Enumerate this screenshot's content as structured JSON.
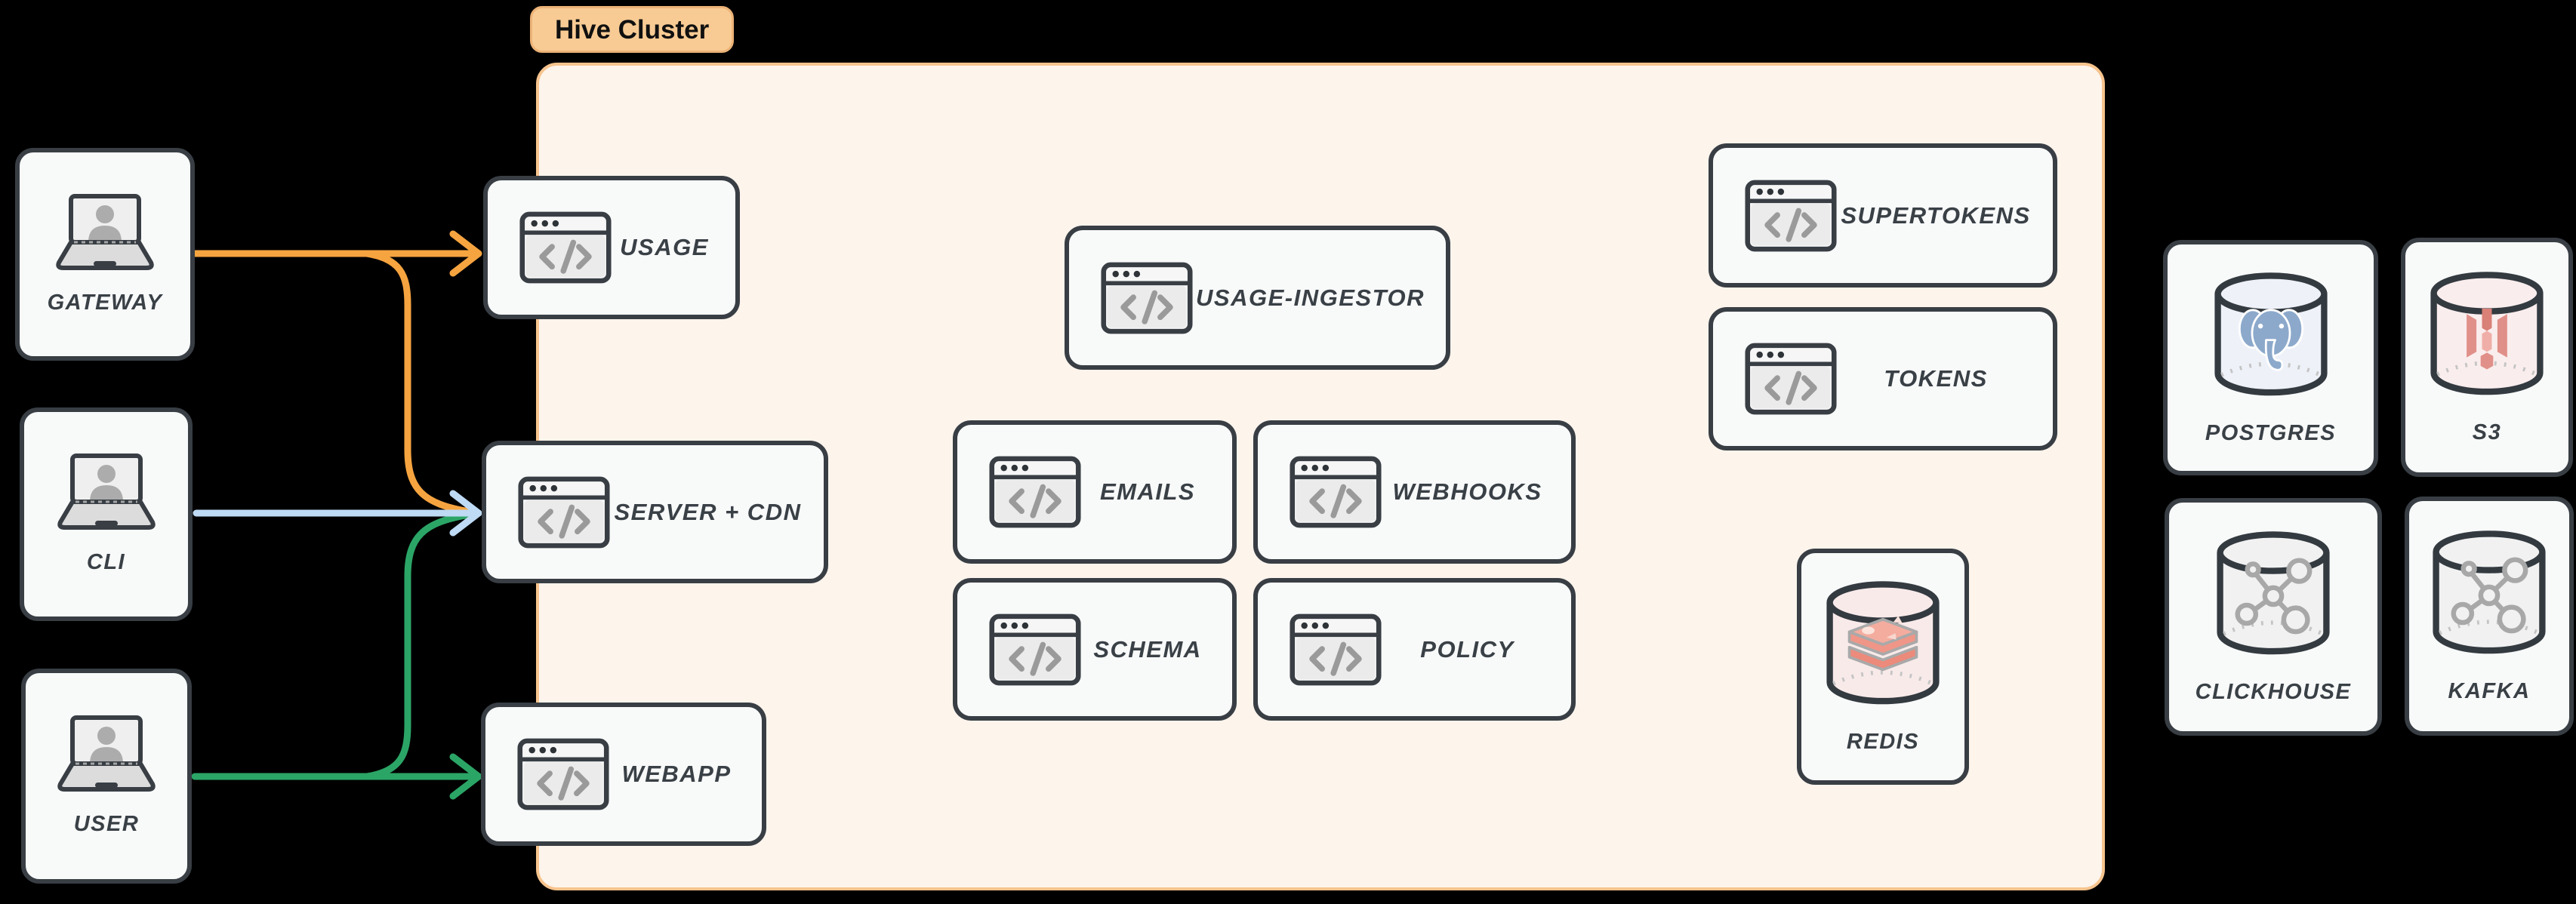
{
  "title_tag": {
    "label": "Hive Cluster"
  },
  "actors": [
    {
      "label": "GATEWAY",
      "icon": "laptop-user-icon"
    },
    {
      "label": "CLI",
      "icon": "laptop-user-icon"
    },
    {
      "label": "USER",
      "icon": "laptop-user-icon"
    }
  ],
  "cluster": {
    "services": [
      {
        "label": "USAGE",
        "icon": "code-window-icon"
      },
      {
        "label": "SERVER + CDN",
        "icon": "code-window-icon"
      },
      {
        "label": "WEBAPP",
        "icon": "code-window-icon"
      },
      {
        "label": "USAGE-INGESTOR",
        "icon": "code-window-icon"
      },
      {
        "label": "EMAILS",
        "icon": "code-window-icon"
      },
      {
        "label": "WEBHOOKS",
        "icon": "code-window-icon"
      },
      {
        "label": "SCHEMA",
        "icon": "code-window-icon"
      },
      {
        "label": "POLICY",
        "icon": "code-window-icon"
      },
      {
        "label": "SUPERTOKENS",
        "icon": "code-window-icon"
      },
      {
        "label": "TOKENS",
        "icon": "code-window-icon"
      }
    ],
    "datastores": [
      {
        "label": "REDIS",
        "icon": "redis-database-icon"
      }
    ]
  },
  "external_datastores": [
    {
      "label": "POSTGRES",
      "icon": "postgres-database-icon"
    },
    {
      "label": "S3",
      "icon": "s3-database-icon"
    },
    {
      "label": "CLICKHOUSE",
      "icon": "clickhouse-database-icon"
    },
    {
      "label": "KAFKA",
      "icon": "kafka-database-icon"
    }
  ],
  "connections": [
    {
      "from": "GATEWAY",
      "to": "USAGE",
      "color": "#F6A440"
    },
    {
      "from": "GATEWAY",
      "to": "SERVER + CDN",
      "color": "#F6A440"
    },
    {
      "from": "CLI",
      "to": "SERVER + CDN",
      "color": "#BEDAF4"
    },
    {
      "from": "USER",
      "to": "SERVER + CDN",
      "color": "#2BA566"
    },
    {
      "from": "USER",
      "to": "WEBAPP",
      "color": "#2BA566"
    }
  ],
  "colors": {
    "arrow_orange": "#F6A440",
    "arrow_blue": "#BEDAF4",
    "arrow_green": "#2BA566",
    "node_border": "#383E44",
    "node_fill": "#F8F9F9",
    "cluster_fill": "#FDF4EC",
    "cluster_border": "#F7C48E",
    "tag_fill": "#F8CB94"
  }
}
